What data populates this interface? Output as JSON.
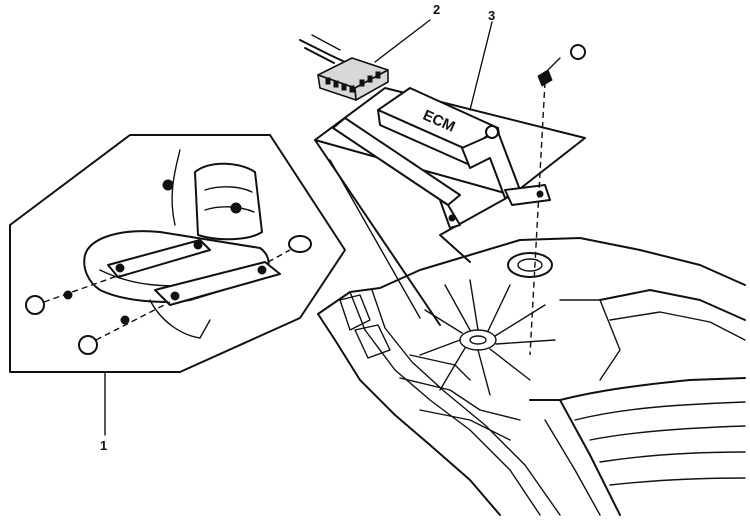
{
  "callouts": {
    "c1": "1",
    "c2": "2",
    "c3": "3"
  },
  "ecm_label": "ECM"
}
